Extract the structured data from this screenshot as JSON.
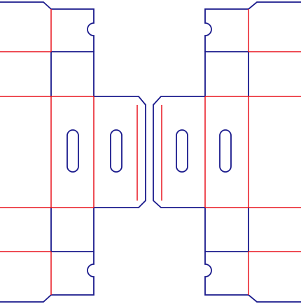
{
  "diagram": {
    "kind": "box dieline",
    "panels": [
      "left-half",
      "right-half"
    ],
    "colors": {
      "cut_line": "#1a1a8c",
      "fold_line": "#e8141e",
      "background": "#ffffff"
    }
  }
}
